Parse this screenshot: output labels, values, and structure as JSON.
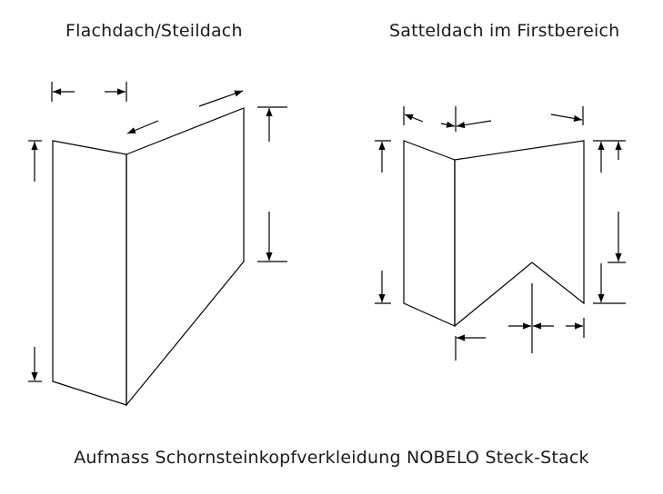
{
  "diagram": {
    "left_title": "Flachdach/Steildach",
    "right_title": "Satteldach im Firstbereich",
    "caption": "Aufmass Schornsteinkopfverkleidung NOBELO Steck-Stack"
  },
  "colors": {
    "line": "#000000",
    "text": "#1a1a1a",
    "background": "#ffffff"
  }
}
